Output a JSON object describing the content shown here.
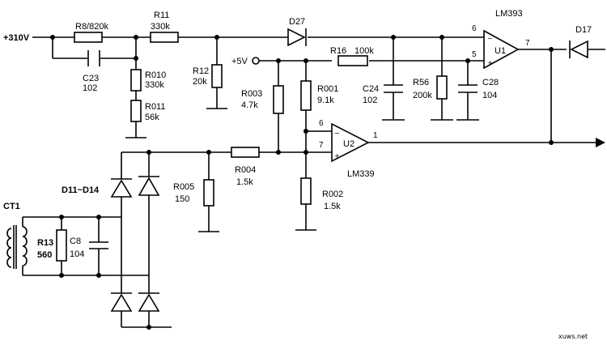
{
  "rail": {
    "label": "+310V"
  },
  "supply": {
    "label": "+5V"
  },
  "components": {
    "r8": {
      "name": "R8/820k"
    },
    "r11": {
      "name": "R11",
      "value": "330k"
    },
    "c23": {
      "name": "C23",
      "value": "102"
    },
    "r010": {
      "name": "R010",
      "value": "330k"
    },
    "r011": {
      "name": "R011",
      "value": "56k"
    },
    "r12": {
      "name": "R12",
      "value": "20k"
    },
    "d27": {
      "name": "D27"
    },
    "r16": {
      "name": "R16",
      "value": "100k"
    },
    "r003": {
      "name": "R003",
      "value": "4.7k"
    },
    "r001": {
      "name": "R001",
      "value": "9.1k"
    },
    "c24": {
      "name": "C24",
      "value": "102"
    },
    "r56": {
      "name": "R56",
      "value": "200k"
    },
    "c28": {
      "name": "C28",
      "value": "104"
    },
    "u1": {
      "name": "U1",
      "part": "LM393",
      "pin_inv": "6",
      "pin_noninv": "5",
      "pin_out": "7"
    },
    "d17": {
      "name": "D17"
    },
    "u2": {
      "name": "U2",
      "part": "LM339",
      "pin_inv": "6",
      "pin_noninv": "7",
      "pin_out": "1"
    },
    "r004": {
      "name": "R004",
      "value": "1.5k"
    },
    "r005": {
      "name": "R005",
      "value": "150"
    },
    "r002": {
      "name": "R002",
      "value": "1.5k"
    },
    "bridge": {
      "name": "D11~D14"
    },
    "ct1": {
      "name": "CT1"
    },
    "r13": {
      "name": "R13",
      "value": "560"
    },
    "c8": {
      "name": "C8",
      "value": "104"
    }
  },
  "watermark": "xuws.net"
}
